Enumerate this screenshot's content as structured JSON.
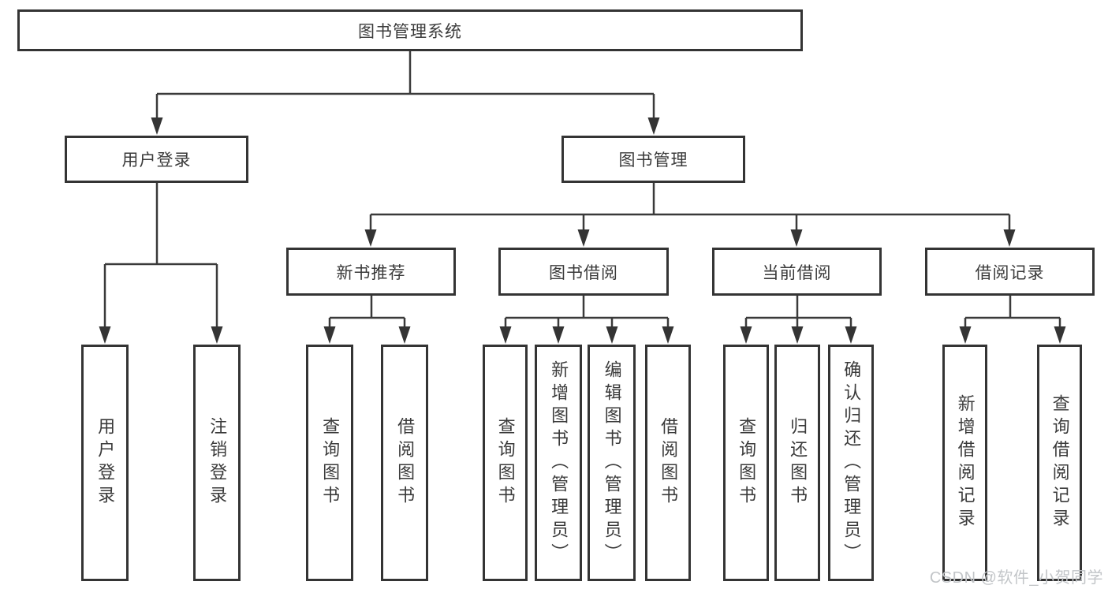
{
  "tree": {
    "root": {
      "label": "图书管理系统",
      "children": [
        {
          "label": "用户登录",
          "children": [
            {
              "label": "用户登录"
            },
            {
              "label": "注销登录"
            }
          ]
        },
        {
          "label": "图书管理",
          "children": [
            {
              "label": "新书推荐",
              "children": [
                {
                  "label": "查询图书"
                },
                {
                  "label": "借阅图书"
                }
              ]
            },
            {
              "label": "图书借阅",
              "children": [
                {
                  "label": "查询图书"
                },
                {
                  "label": "新增图书（管理员）"
                },
                {
                  "label": "编辑图书（管理员）"
                },
                {
                  "label": "借阅图书"
                }
              ]
            },
            {
              "label": "当前借阅",
              "children": [
                {
                  "label": "查询图书"
                },
                {
                  "label": "归还图书"
                },
                {
                  "label": "确认归还（管理员）"
                }
              ]
            },
            {
              "label": "借阅记录",
              "children": [
                {
                  "label": "新增借阅记录"
                },
                {
                  "label": "查询借阅记录"
                }
              ]
            }
          ]
        }
      ]
    }
  },
  "watermark": {
    "text": "CSDN @软件_小贺同学"
  },
  "colors": {
    "background": "#ffffff",
    "box_border": "#343434",
    "line": "#3a3a3a",
    "text": "#3a3a3a",
    "watermark": "#c2c5c8"
  }
}
